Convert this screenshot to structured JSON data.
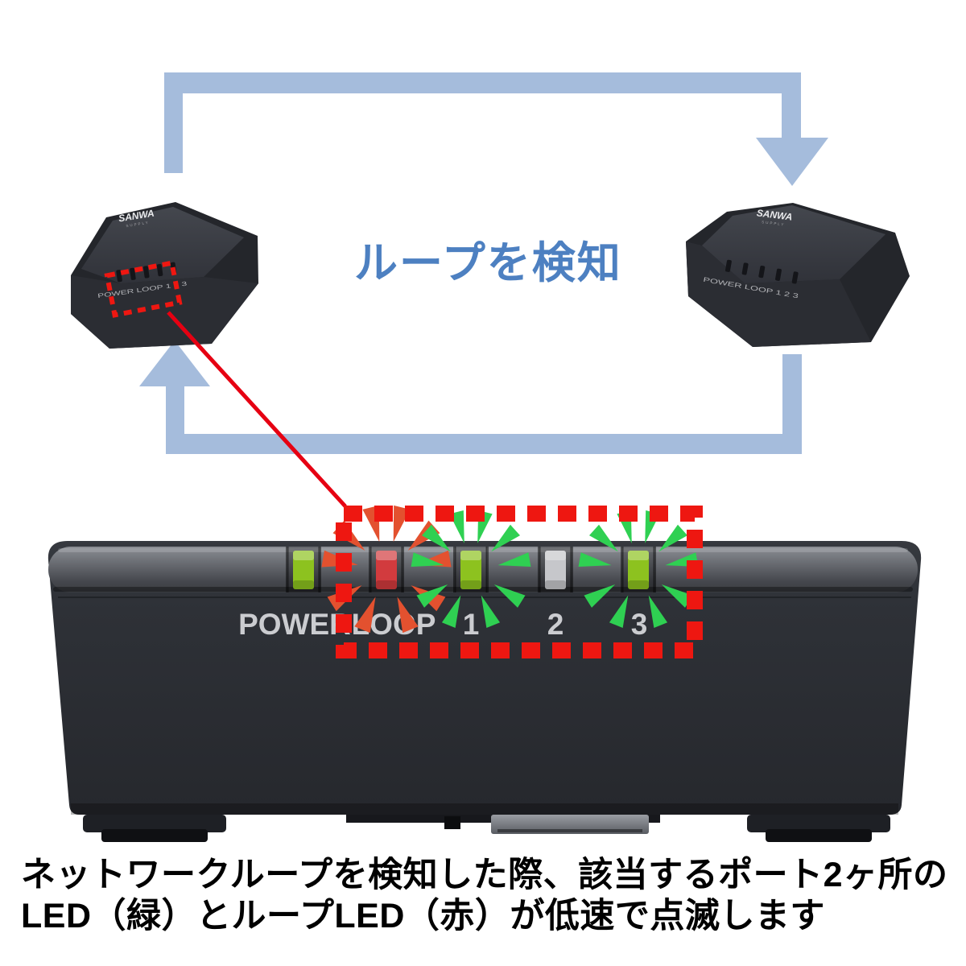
{
  "title": "ループを検知",
  "caption": {
    "line1": "ネットワークループを検知した際、該当するポート2ヶ所の",
    "line2": "LED（緑）とループLED（赤）が低速で点滅します"
  },
  "brand": {
    "name": "SANWA",
    "sub": "SUPPLY"
  },
  "small_device_front_labels": "POWER LOOP 1 2 3",
  "panel": {
    "leds": [
      {
        "label": "POWER",
        "color": "#8dc21f",
        "state": "on",
        "burst": null
      },
      {
        "label": "LOOP",
        "color": "#d23b3e",
        "state": "blinking",
        "burst": "#e3512f"
      },
      {
        "label": "1",
        "color": "#8dc21f",
        "state": "blinking",
        "burst": "#2fd052"
      },
      {
        "label": "2",
        "color": "#c6c7cb",
        "state": "off",
        "burst": null
      },
      {
        "label": "3",
        "color": "#8dc21f",
        "state": "blinking",
        "burst": "#2fd052"
      }
    ]
  },
  "colors": {
    "loop_blue": "#a5bcdc",
    "title_blue": "#4d80c1",
    "dash_red": "#ee1711",
    "line_red": "#e60012",
    "caption_black": "#000000",
    "label_gray": "#cbccd0",
    "device_body": "#2e3138"
  }
}
